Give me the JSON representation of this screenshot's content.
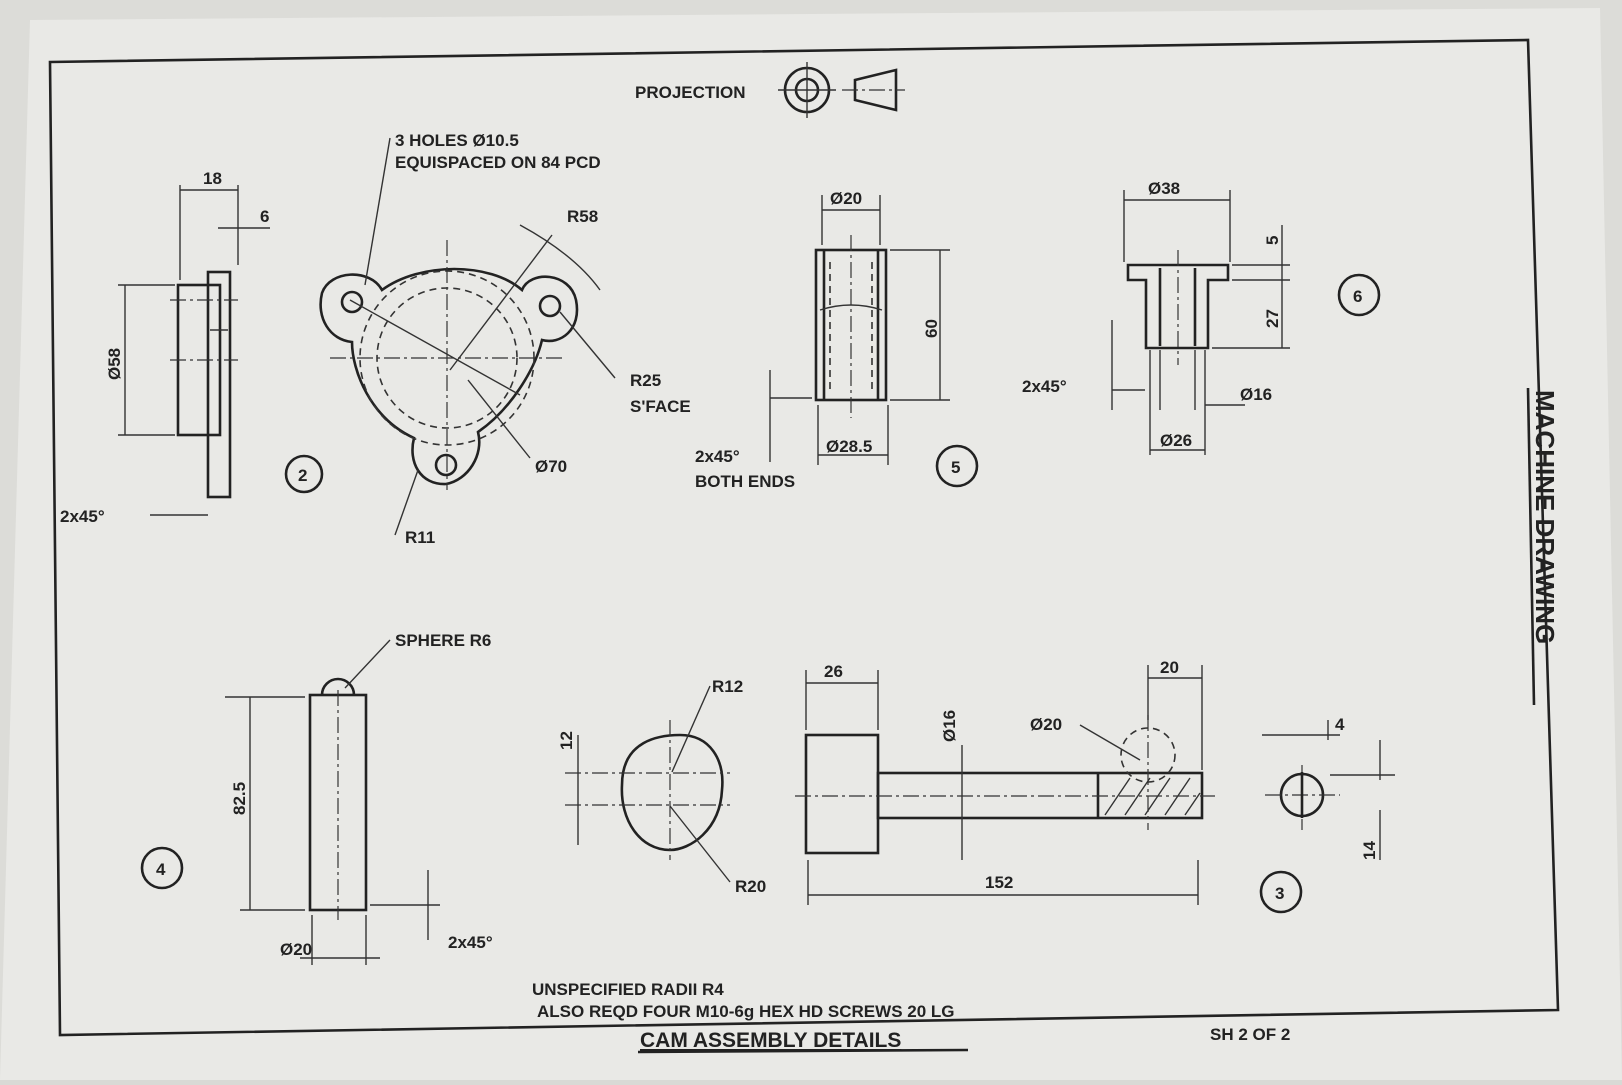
{
  "header": {
    "projection_label": "PROJECTION"
  },
  "part2": {
    "number": "2",
    "dim_width": "18",
    "dim_flange": "6",
    "dim_dia": "Ø58",
    "dim_chamfer": "2x45°",
    "note_holes": "3 HOLES Ø10.5",
    "note_pcd": "EQUISPACED ON 84 PCD",
    "r_outer": "R58",
    "r_lobe": "R25",
    "surface_note": "S'FACE",
    "dia_body": "Ø70",
    "r_hole": "R11"
  },
  "part5": {
    "number": "5",
    "dia_top": "Ø20",
    "length": "60",
    "dia_bottom": "Ø28.5",
    "chamfer": "2x45°",
    "chamfer_note": "BOTH ENDS"
  },
  "part6": {
    "number": "6",
    "dia_head": "Ø38",
    "head_thick": "5",
    "length": "27",
    "chamfer": "2x45°",
    "dia_bore": "Ø16",
    "dia_body": "Ø26"
  },
  "part4": {
    "number": "4",
    "sphere": "SPHERE R6",
    "length": "82.5",
    "dia": "Ø20",
    "chamfer": "2x45°"
  },
  "cam": {
    "r_top": "R12",
    "offset": "12",
    "r_bottom": "R20"
  },
  "part3": {
    "number": "3",
    "dim_head": "26",
    "dim_shaft_dia": "Ø16",
    "dim_end": "20",
    "dim_hole": "Ø20",
    "dim_length": "152",
    "dim_slot": "4",
    "dim_height": "14"
  },
  "notes": {
    "radii": "UNSPECIFIED RADII R4",
    "screws": "ALSO REQD FOUR M10-6g HEX HD SCREWS 20 LG"
  },
  "title_block": {
    "title": "CAM ASSEMBLY DETAILS",
    "sheet": "SH 2 OF 2",
    "side_title": "MACHINE DRAWING"
  }
}
